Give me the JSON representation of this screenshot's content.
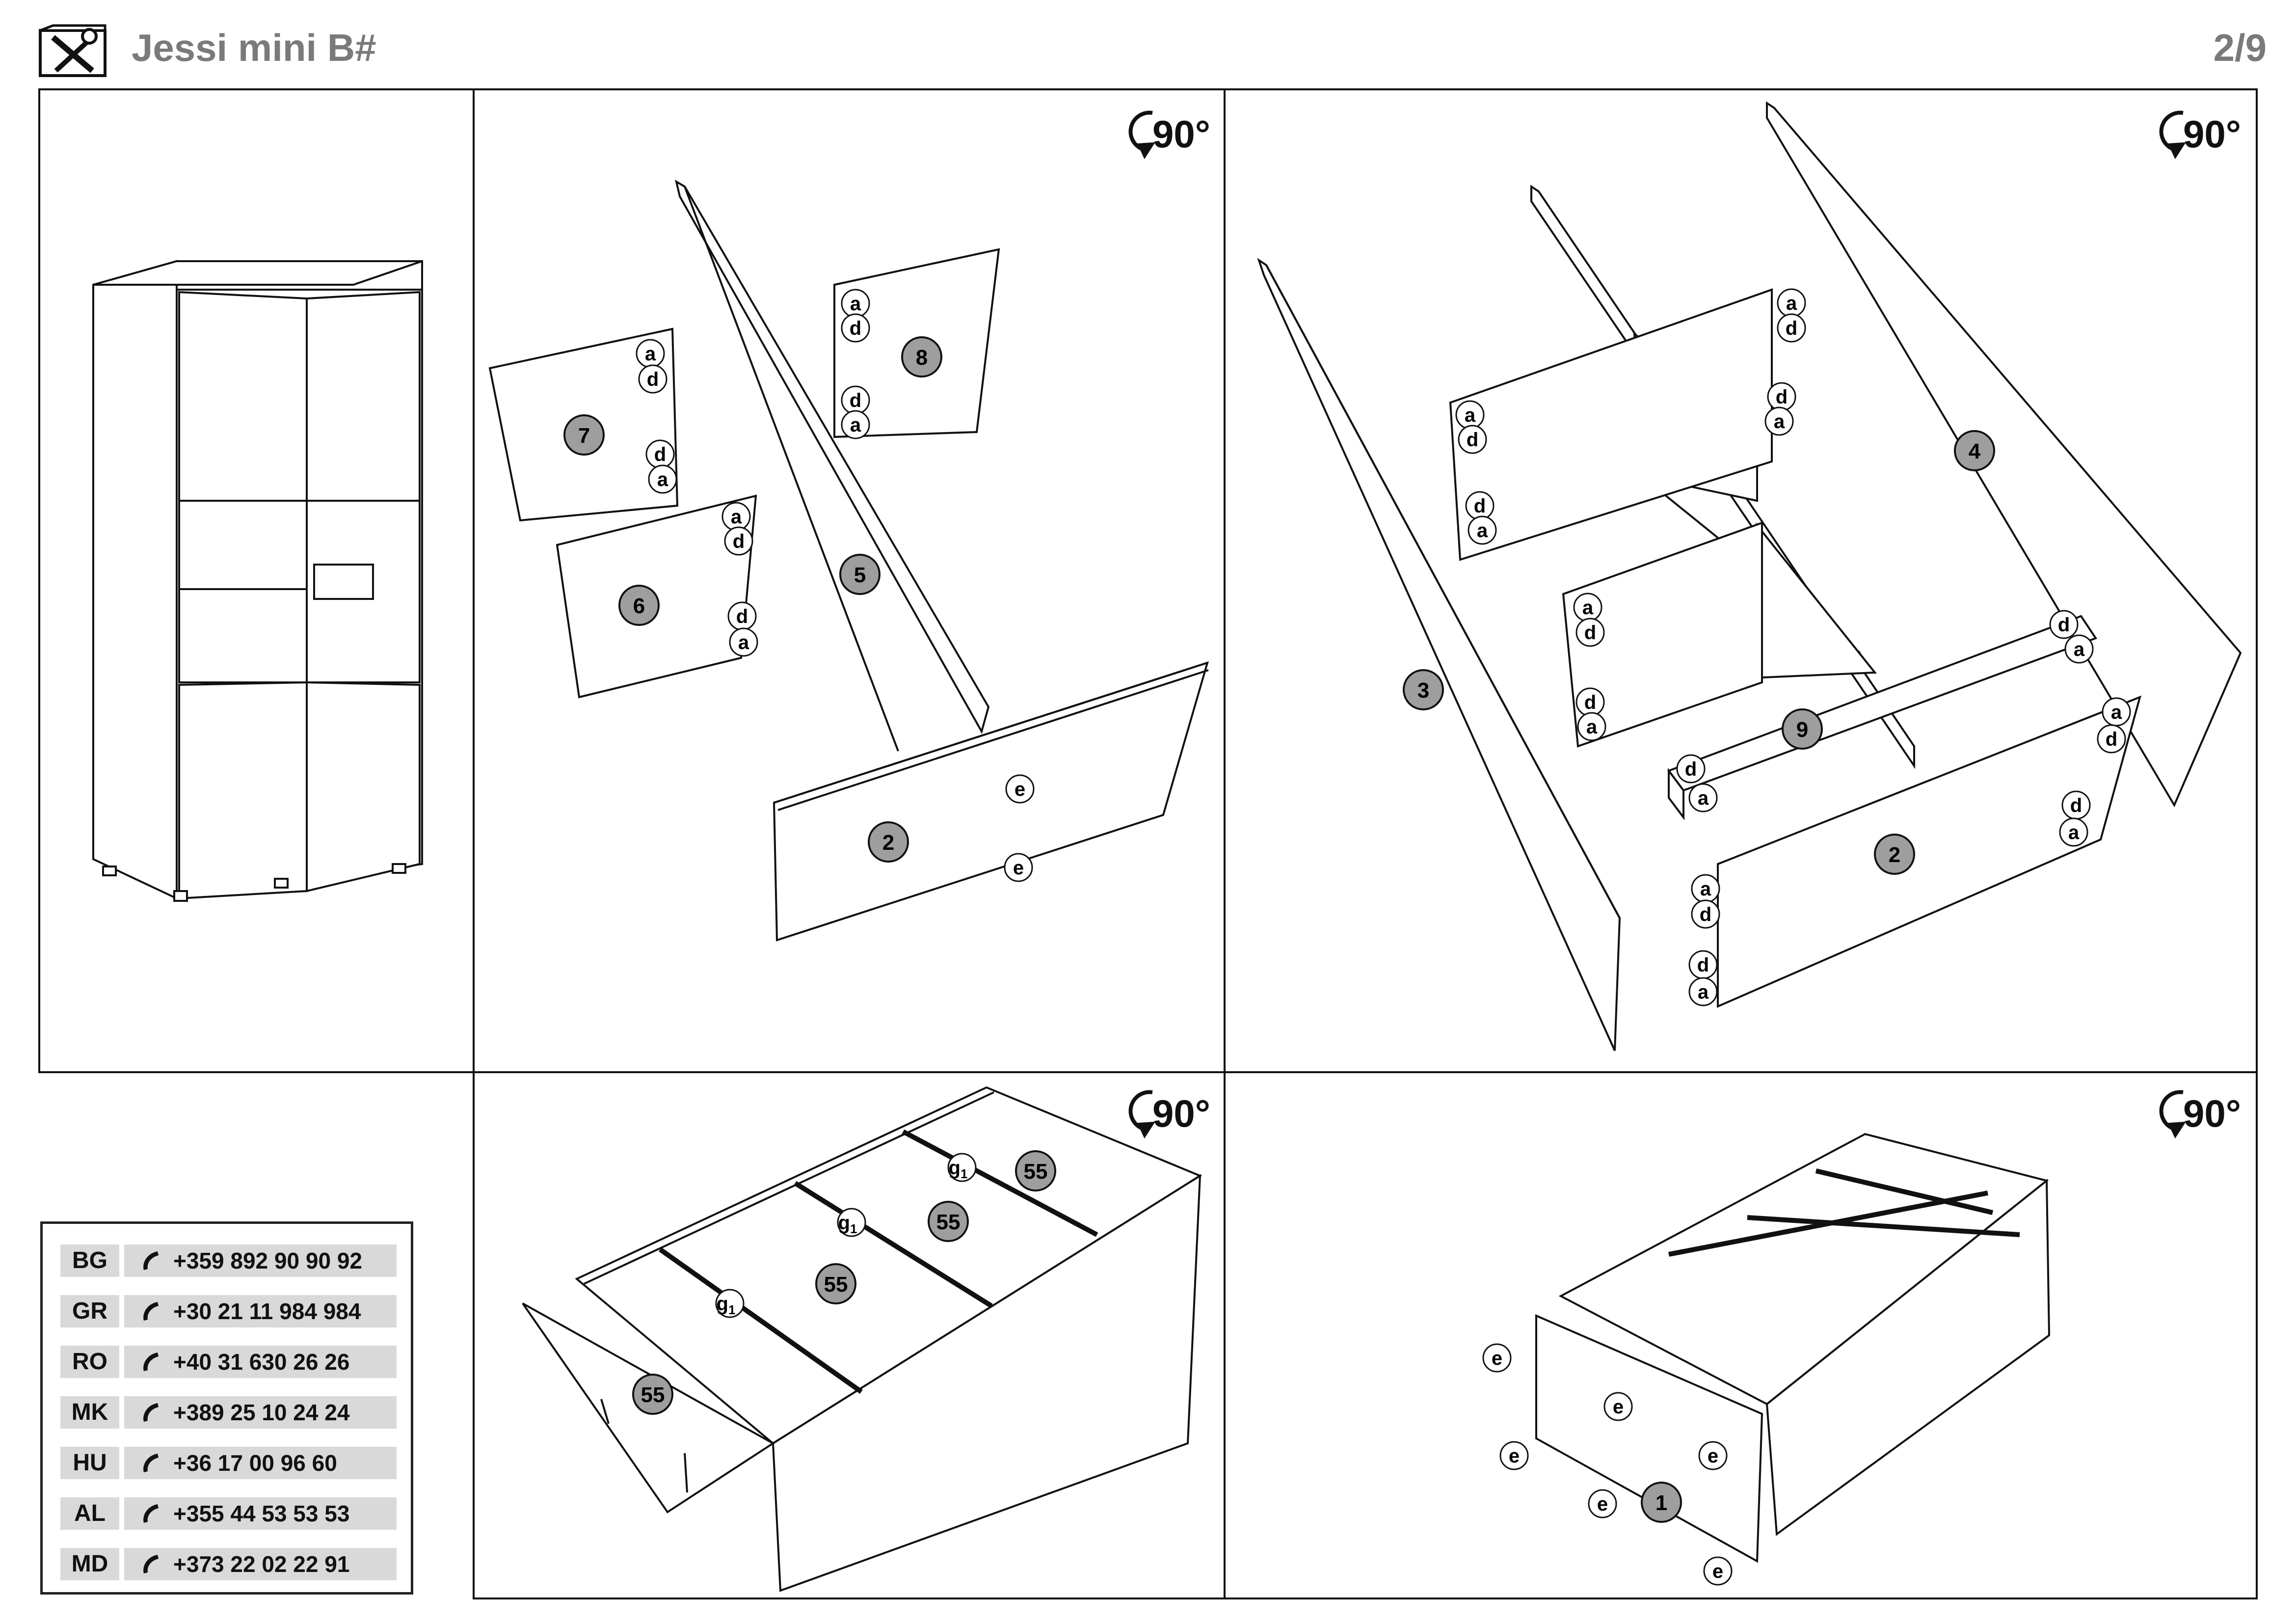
{
  "header": {
    "title": "Jessi mini B#",
    "page": "2/9"
  },
  "rotation_label": "90°",
  "parts": {
    "p1": "1",
    "p2": "2",
    "p3": "3",
    "p4": "4",
    "p5": "5",
    "p6": "6",
    "p7": "7",
    "p8": "8",
    "p9": "9",
    "p55": "55"
  },
  "fittings": {
    "a": "a",
    "d": "d",
    "e": "e",
    "g": "g",
    "g_sub": "1"
  },
  "contacts": [
    {
      "code": "BG",
      "phone": "+359 892 90 90 92"
    },
    {
      "code": "GR",
      "phone": "+30 21 11 984 984"
    },
    {
      "code": "RO",
      "phone": "+40 31 630 26 26"
    },
    {
      "code": "MK",
      "phone": "+389 25 10 24 24"
    },
    {
      "code": "HU",
      "phone": "+36 17 00 96 60"
    },
    {
      "code": "AL",
      "phone": "+355 44 53 53 53"
    },
    {
      "code": "MD",
      "phone": "+373 22 02 22 91"
    }
  ],
  "colors": {
    "line": "#111111",
    "part_fill": "#9e9e9e",
    "badge_fill": "#d9d9d9",
    "title": "#7a7a7a"
  }
}
